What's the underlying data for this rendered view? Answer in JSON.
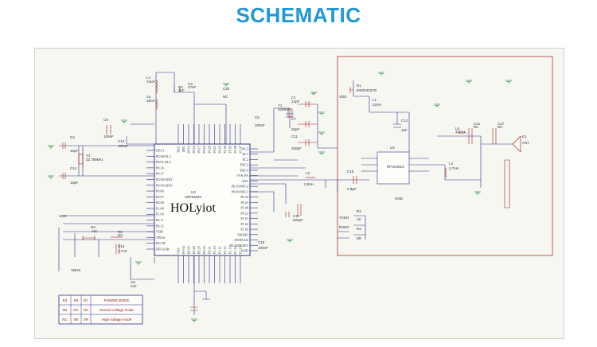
{
  "header": {
    "title": "SCHEMATIC",
    "title_color": "#1f97d9"
  },
  "colors": {
    "wire": "#2e2e8a",
    "component": "#a01818",
    "frame": "#b03030",
    "text": "#223344"
  },
  "chip": {
    "logo": "HOLyiot",
    "ref": "U3",
    "part": "nRF52840",
    "left_pins": [
      "DEC1",
      "P0.00/XL1",
      "P0.01/XL2",
      "P0.26",
      "P0.27",
      "P0.04/AIN2",
      "P0.05/AIN3",
      "P0.06",
      "P0.07",
      "P0.08",
      "P1.08",
      "P1.09",
      "P0.11",
      "P0.12",
      "VDD",
      "VBUS",
      "DCCH",
      "DECUSB"
    ],
    "right_pins": [
      "NC2",
      "XC1",
      "XC2",
      "DEC3",
      "DEC4",
      "VSS_PA",
      "ANT",
      "P0.10/NFC2",
      "P0.09/NFC1",
      "P0.24",
      "P0.25",
      "P1.00",
      "P0.22",
      "P1.01",
      "P1.02",
      "P1.03",
      "SWDIO",
      "SWDCLK",
      "P0.18/RESET",
      "VDD"
    ],
    "top_pins": [
      "DCC",
      "DEC",
      "P0.14",
      "P0.16",
      "P0.17",
      "P0.19",
      "P0.20",
      "P0.21",
      "P0.23",
      "P1.04",
      "P1.05",
      "P1.06",
      "P1.07"
    ],
    "bottom_pins": [
      "VSS",
      "P0.02",
      "P0.03",
      "P0.28",
      "P0.29",
      "P0.30",
      "P0.31",
      "P1.10",
      "P1.11",
      "P1.12",
      "P1.13",
      "P1.14",
      "P1.15"
    ]
  },
  "components": [
    {
      "ref": "L4",
      "value": "10uH"
    },
    {
      "ref": "L5",
      "value": "15nH"
    },
    {
      "ref": "C2",
      "value": "1uF"
    },
    {
      "ref": "C3",
      "value": "47nF"
    },
    {
      "ref": "C4",
      "value": "12pF"
    },
    {
      "ref": "C9",
      "value": "100nF"
    },
    {
      "ref": "C13",
      "value": "100nF"
    },
    {
      "ref": "C14",
      "value": "12pF"
    },
    {
      "ref": "Y2",
      "value": "32.768kHz"
    },
    {
      "ref": "Y1",
      "value": "32MHz"
    },
    {
      "ref": "C1",
      "value": "12pF"
    },
    {
      "ref": "C7",
      "value": "22pF"
    },
    {
      "ref": "C11",
      "value": "100pF"
    },
    {
      "ref": "C5",
      "value": "100nF"
    },
    {
      "ref": "C6",
      "value": "1uF"
    },
    {
      "ref": "C10",
      "value": "820pF"
    },
    {
      "ref": "C15",
      "value": "4.7uF"
    },
    {
      "ref": "C16",
      "value": "100nF"
    },
    {
      "ref": "C20",
      "value": "NC"
    },
    {
      "ref": "R4",
      "value": "NC"
    },
    {
      "ref": "R6",
      "value": "NC"
    },
    {
      "ref": "L3",
      "value": "3.9nH"
    },
    {
      "ref": "C18",
      "value": "0.8pF"
    },
    {
      "ref": "D1",
      "value": "ESD0402TR"
    },
    {
      "ref": "U4",
      "value": "RFX2401C"
    },
    {
      "ref": "C12",
      "value": "1uF"
    },
    {
      "ref": "L1",
      "value": "22nH"
    },
    {
      "ref": "L2",
      "value": "2.7nH"
    },
    {
      "ref": "L6",
      "value": "3.9nH"
    },
    {
      "ref": "C21",
      "value": "NC"
    },
    {
      "ref": "C17",
      "value": "NC"
    },
    {
      "ref": "R1",
      "value": "1K"
    },
    {
      "ref": "R2",
      "value": "0R"
    },
    {
      "ref": "E1",
      "value": "ANT"
    }
  ],
  "net_labels": [
    "VDD",
    "GND",
    "VBUS",
    "TXEN",
    "RXEN",
    "ANT"
  ],
  "power_table": {
    "headers": [
      "R3",
      "R5",
      "R7",
      "POWER MODE"
    ],
    "rows": [
      [
        "0R",
        "NC",
        "NC",
        "Normal voltage mode"
      ],
      [
        "NC",
        "0R",
        "0R",
        "High voltage mode"
      ]
    ]
  }
}
